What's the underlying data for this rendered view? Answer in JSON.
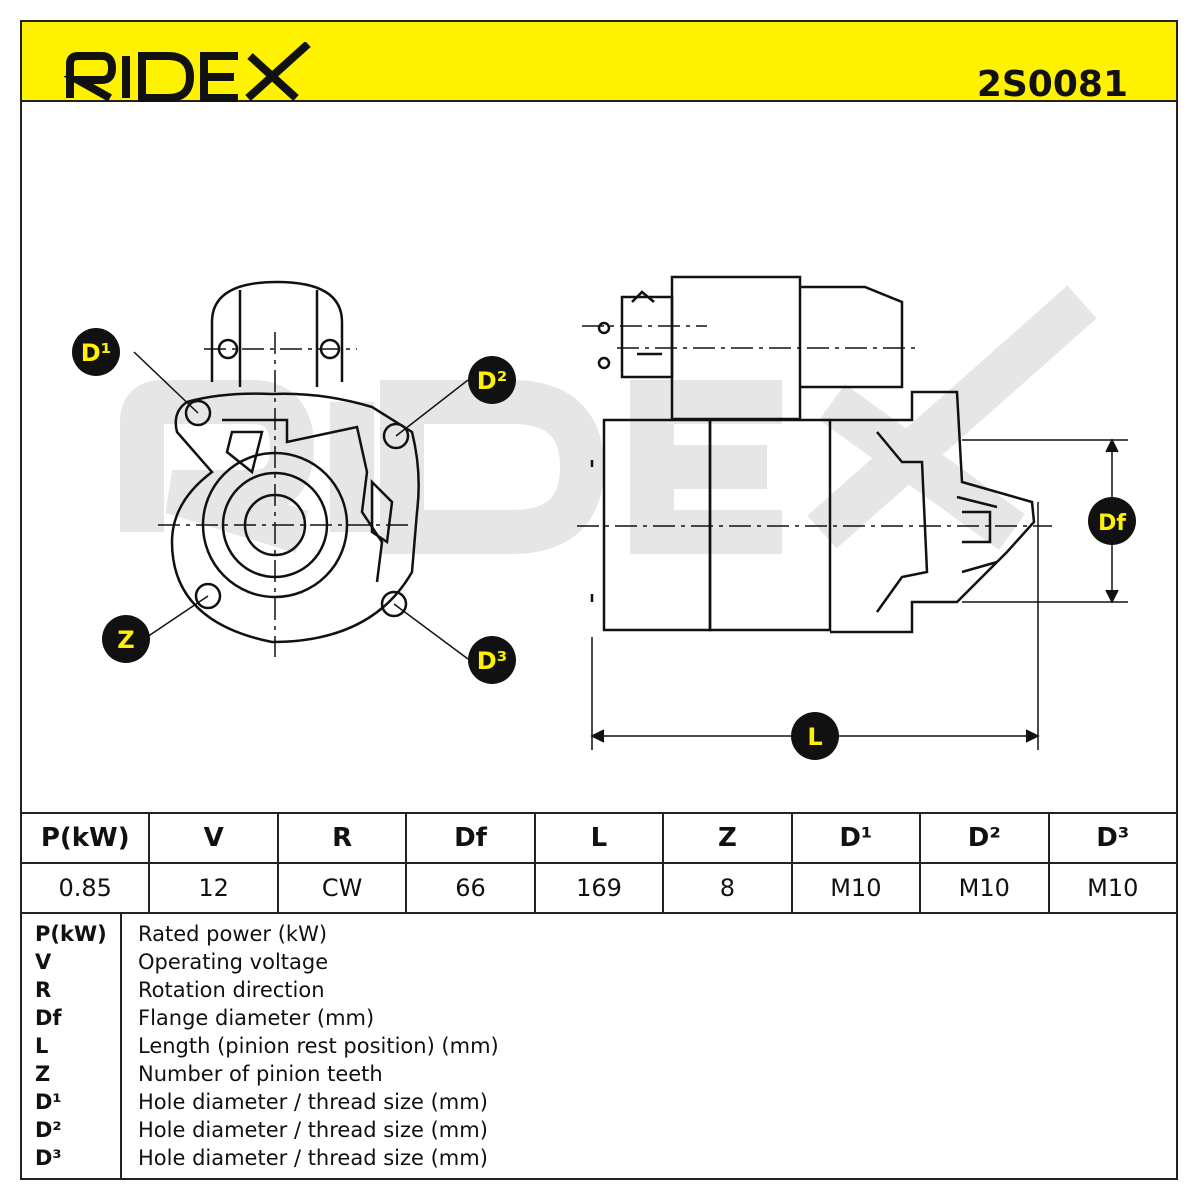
{
  "header": {
    "brand": "RIDEX",
    "part_number": "2S0081",
    "accent_color": "#fff200"
  },
  "drawing": {
    "watermark": "RIDEX",
    "callouts": {
      "d1": "D¹",
      "d2": "D²",
      "d3": "D³",
      "z": "Z",
      "df": "Df",
      "l": "L"
    }
  },
  "specs": {
    "headers": [
      "P(kW)",
      "V",
      "R",
      "Df",
      "L",
      "Z",
      "D¹",
      "D²",
      "D³"
    ],
    "values": [
      "0.85",
      "12",
      "CW",
      "66",
      "169",
      "8",
      "M10",
      "M10",
      "M10"
    ]
  },
  "legend": [
    {
      "symbol": "P(kW)",
      "description": "Rated power (kW)"
    },
    {
      "symbol": "V",
      "description": "Operating voltage"
    },
    {
      "symbol": "R",
      "description": "Rotation direction"
    },
    {
      "symbol": "Df",
      "description": "Flange diameter (mm)"
    },
    {
      "symbol": "L",
      "description": "Length (pinion rest position) (mm)"
    },
    {
      "symbol": "Z",
      "description": "Number of pinion teeth"
    },
    {
      "symbol": "D¹",
      "description": "Hole diameter / thread size (mm)"
    },
    {
      "symbol": "D²",
      "description": "Hole diameter / thread size (mm)"
    },
    {
      "symbol": "D³",
      "description": "Hole diameter / thread size (mm)"
    }
  ]
}
